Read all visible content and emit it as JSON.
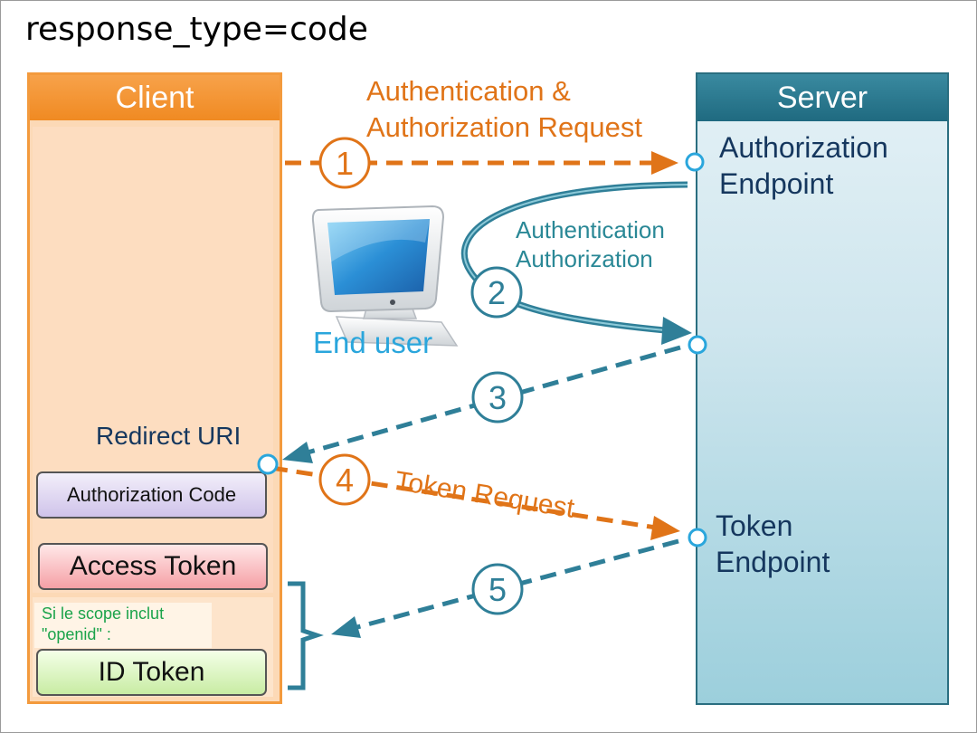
{
  "page": {
    "title": "response_type=code"
  },
  "client": {
    "header": "Client",
    "redirect_uri": "Redirect URI",
    "authorization_code": "Authorization Code",
    "access_token": "Access Token",
    "scope_note_line1": "Si le scope inclut",
    "scope_note_line2": "\"openid\" :",
    "id_token": "ID Token"
  },
  "server": {
    "header": "Server",
    "authorization_endpoint_line1": "Authorization",
    "authorization_endpoint_line2": "Endpoint",
    "token_endpoint_line1": "Token",
    "token_endpoint_line2": "Endpoint"
  },
  "end_user": {
    "label": "End user"
  },
  "steps": {
    "s1": {
      "number": "1",
      "label_line1": "Authentication &",
      "label_line2": "Authorization Request"
    },
    "s2": {
      "number": "2",
      "label_line1": "Authentication",
      "label_line2": "Authorization"
    },
    "s3": {
      "number": "3"
    },
    "s4": {
      "number": "4",
      "label": "Token Request"
    },
    "s5": {
      "number": "5"
    }
  },
  "colors": {
    "client_orange": "#f39a3d",
    "server_teal": "#2a6e80",
    "request_arrow": "#e07418",
    "response_arrow": "#2f7f98",
    "endpoint_text": "#15375e",
    "end_user_text": "#2aa6dc",
    "scope_note_text": "#1aa34a"
  },
  "icons": {
    "end_user": "desktop-computer-icon"
  }
}
